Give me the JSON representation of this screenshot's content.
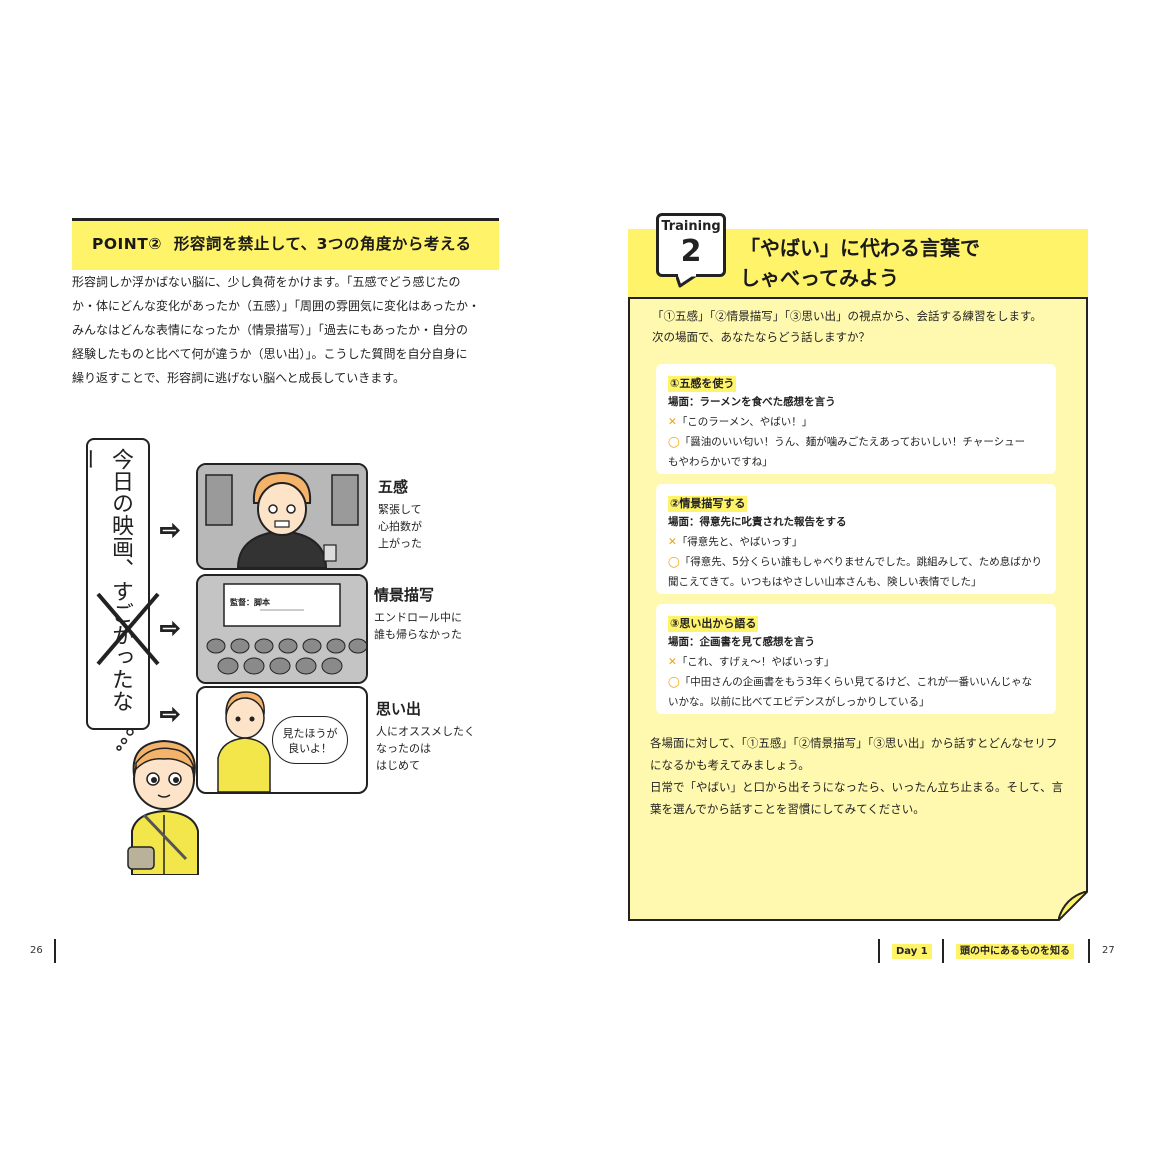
{
  "left_page": {
    "point": {
      "tag": "POINT②",
      "title": "形容詞を禁止して、3つの角度から考える"
    },
    "body_lines": [
      "形容詞しか浮かばない脳に、少し負荷をかけます。「五感でどう感じたの",
      "か・体にどんな変化があったか（五感）」「周囲の雰囲気に変化はあったか・",
      "みんなはどんな表情になったか（情景描写）」「過去にもあったか・自分の",
      "経験したものと比べて何が違うか（思い出）」。こうした質問を自分自身に",
      "繰り返すことで、形容詞に逃げない脳へと成長していきます。"
    ],
    "illustration": {
      "bubble_text": "今日の映画、すごかったなー",
      "screen_label": "監督：脚本",
      "speech_text": [
        "見たほうが",
        "良いよ！"
      ],
      "captions": [
        {
          "title": "五感",
          "lines": [
            "緊張して",
            "心拍数が",
            "上がった"
          ]
        },
        {
          "title": "情景描写",
          "lines": [
            "エンドロール中に",
            "誰も帰らなかった"
          ]
        },
        {
          "title": "思い出",
          "lines": [
            "人にオススメしたく",
            "なったのは",
            "はじめて"
          ]
        }
      ]
    },
    "page_number": "26"
  },
  "right_page": {
    "training": {
      "label": "Training",
      "number": "2",
      "title_lines": [
        "「やばい」に代わる言葉で",
        "しゃべってみよう"
      ]
    },
    "intro_lines": [
      "「①五感」「②情景描写」「③思い出」の視点から、会話する練習をします。",
      "次の場面で、あなたならどう話しますか？"
    ],
    "examples": [
      {
        "heading": "①五感を使う",
        "scene": "場面：ラーメンを食べた感想を言う",
        "bad": "「このラーメン、やばい！」",
        "good_lines": [
          "「醤油のいい匂い！うん、麺が噛みごたえあっておいしい！チャーシュー",
          "もやわらかいですね」"
        ]
      },
      {
        "heading": "②情景描写する",
        "scene": "場面：得意先に叱責された報告をする",
        "bad": "「得意先と、やばいっす」",
        "good_lines": [
          "「得意先、5分くらい誰もしゃべりませんでした。跳組みして、ため息ばかり",
          "聞こえてきて。いつもはやさしい山本さんも、険しい表情でした」"
        ]
      },
      {
        "heading": "③思い出から語る",
        "scene": "場面：企画書を見て感想を言う",
        "bad": "「これ、すげぇ〜！やばいっす」",
        "good_lines": [
          "「中田さんの企画書をもう3年くらい見てるけど、これが一番いいんじゃな",
          "いかな。以前に比べてエビデンスがしっかりしている」"
        ]
      }
    ],
    "marks": {
      "bad": "✕",
      "good": "◯"
    },
    "outro_lines": [
      "各場面に対して、「①五感」「②情景描写」「③思い出」から話すとどんなセリフ",
      "になるかも考えてみましょう。",
      "日常で「やばい」と口から出そうになったら、いったん立ち止まる。そして、言",
      "葉を選んでから話すことを習慣にしてみてください。"
    ],
    "footer": {
      "day": "Day 1",
      "chapter": "頭の中にあるものを知る",
      "page_number": "27"
    }
  },
  "colors": {
    "accent_yellow": "#fff36a",
    "card_fill": "#fff9b0",
    "mark_orange": "#f0a000"
  }
}
